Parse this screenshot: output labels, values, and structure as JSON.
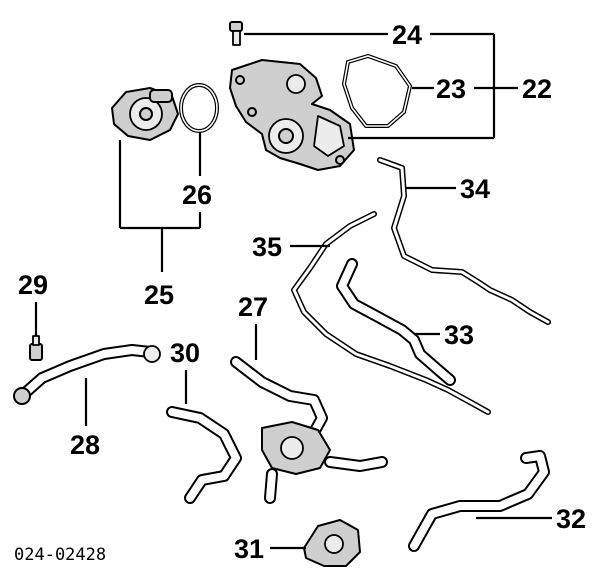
{
  "diagram_id": "024-02428",
  "callouts": {
    "p22": "22",
    "p23": "23",
    "p24": "24",
    "p25": "25",
    "p26": "26",
    "p27": "27",
    "p28": "28",
    "p29": "29",
    "p30": "30",
    "p31": "31",
    "p32": "32",
    "p33": "33",
    "p34": "34",
    "p35": "35"
  }
}
